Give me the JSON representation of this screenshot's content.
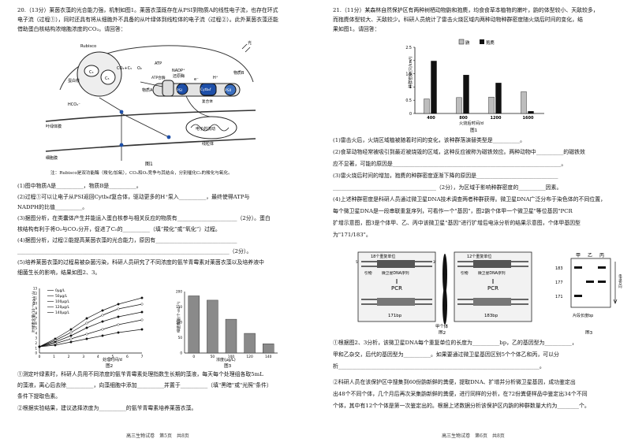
{
  "left": {
    "q20_lines": [
      "20.（13分）莱茵衣藻的光合能力强，机制如图1。莱茵衣藻既存在从PSI到物质A的线性电子流，也存在环式",
      "电子流（过程①），同时还具有将从细胞外不具备的从叶绿体到线粒体的电子流（过程②）。此外莱茵衣藻还能",
      "借助蛋白核结构浓缩胞浓度的CO₂。请回答："
    ],
    "fig1": {
      "labels": [
        "Rubisco",
        "C₃",
        "C₅",
        "CO₂+C₅",
        "O₂",
        "物质A",
        "NADP⁺",
        "还原酶",
        "ATP",
        "ATP合酶",
        "PSII",
        "Cytb₆f",
        "复合体",
        "PSI",
        "蛋白核",
        "HCO₃⁻",
        "叶绿体膜",
        "细胞膜",
        "电子的流动",
        "线粒体",
        "光",
        "物质B",
        "e⁻",
        "H⁺"
      ],
      "caption": "图1",
      "note": "注：Rubisco是双功能酶（羧化/加氧），CO₂和O₂竞争与其结合，分别催化C₅的羧化与氧化。"
    },
    "sub": [
      "(1)图中物质A是__________，物质B是__________。",
      "(2)过程①可以让电子从PSI返回Cytb₆f复合体，驱动更多的H⁺泵入__________，最终使得ATP与",
      "NADPH的比值__________。",
      "(3)据图分析，在类囊体产生并能运入蛋白核参与相关反应的物质有______________________（2分）。蛋白",
      "核结构有利于将O₂与CO₂分开，促进了C₅的__________（填“羧化”或“氧化”）过程。",
      "(4)据图分析，过程②能提高莱茵衣藻的光合能力，原因有______________________________",
      "______________________________________________________________________________（2分）。",
      "(5)培养莱茵衣藻的过程易被杂菌污染，科研人员研究了不同浓度的氨苄青霉素对莱茵衣藻以及培养液中",
      "细菌生长的影响，结果如图2、3。"
    ],
    "fig2": {
      "caption": "图2",
      "ylabel": "叶绿素含量(10⁻⁶mg·L⁻¹)",
      "xlabel": "处理时间/d",
      "yticks": [
        "0",
        "1",
        "2",
        "3",
        "4",
        "5",
        "6",
        "7",
        "8",
        "9",
        "10",
        "11",
        "12",
        "13"
      ],
      "xticks": [
        "0",
        "1",
        "2",
        "3",
        "4",
        "5",
        "6",
        "7"
      ],
      "legend": [
        "0μg/L",
        "50μg/L",
        "100μg/L",
        "120μg/L",
        "140μg/L"
      ]
    },
    "fig3": {
      "caption": "图3",
      "ylabel": "细菌数量(个·mL⁻¹)",
      "xlabel": "浓度(μg/L)",
      "yticks": [
        "0",
        "50",
        "100",
        "150",
        "200"
      ],
      "xticks": [
        "0",
        "50",
        "100",
        "120",
        "140"
      ]
    },
    "after": [
      "①测定叶绿素时，科研人员用不同浓度的氨苄青霉素处理指数生长期的藻液，每天每个处理组各取5mL",
      "的藻液，离心后去除__________，向藻细胞中添加__________并置于__________（填\"黑暗\"或\"光照\"条件）",
      "条件下提取色素。",
      "②根据实验结果，建议选择浓度为__________的氨苄青霉素培养莱茵衣藻。"
    ],
    "footer": "高三生物试卷　第5页　共8页"
  },
  "right": {
    "q21_lines": [
      "21.（11分）某森林自然保护区有两种树栖动物鼩和狍麂，均食食草本植物的嫩叶，鼩的体型较小、天敌较多，",
      "而狍麂体型较大、天敌较少。科研人员统计了雷击火烧区域内两种动物种群密度随火烧后时间的变化，结",
      "果如图1。请回答："
    ],
    "chart": {
      "caption": "图1",
      "ylabel": "种群密度(只/km²)",
      "xlabel": "火烧后时间/d",
      "legend": [
        "鼩",
        "狍麂"
      ],
      "colors": {
        "s1": "#bdbdbd",
        "s2": "#111111"
      }
    },
    "chart_data": {
      "type": "bar",
      "categories": [
        "400",
        "800",
        "1200",
        "1600"
      ],
      "series": [
        {
          "name": "鼩",
          "values": [
            0.55,
            0.6,
            0.62,
            0.82
          ]
        },
        {
          "name": "狍麂",
          "values": [
            1.98,
            1.45,
            1.15,
            0.08
          ]
        }
      ],
      "ylim": [
        0,
        2.5
      ],
      "yticks": [
        "0",
        "0.5",
        "1",
        "1.5",
        "2",
        "2.5"
      ]
    },
    "q": [
      "(1)雷击火后，火烧区域植被随着时间的变化，该种群落演替类型是__________。",
      "(2)食草动物经常被吸引到最近被烧毁的区域，这种反应被称为磁铁效应。两种动物中__________的磁铁效",
      "应不显著，可能的原因是______________________________________________________________。",
      "(3)雷火烧后时间的增加，狍麂的种群密度逐渐下降的原因是______________________________",
      "______________________________________（2分），为区域于影响种群密度的__________因素。",
      "(4)上述种群密度是科研人员通过微卫星DNA技术调查两者种群获得。微卫星DNA广泛分布于染色体的不同位置，",
      "每个微卫星DNA是一段串联重复序列，可看作一个\"基因\"，图2鼩个体甲一个微卫星\"等位基因\"PCR",
      "扩增示意图，图3是个体甲、乙、丙中该微卫星\"基因\"进行扩增后电泳分析的结果示意图，个体甲基因型",
      "为\"171/183\"。"
    ],
    "fig2": {
      "caption": "图2",
      "box1_title": "18个重复单位",
      "box1_primer": "引物",
      "box1_mid": "微卫星DNA序列",
      "box1_pcr": "PCR",
      "box1_bp": "171bp",
      "box2_title": "12个重复单位",
      "box2_primer": "引物",
      "box2_mid": "微卫星DNA序列",
      "box2_pcr": "PCR",
      "box2_bp": "183bp",
      "center": "甲个体",
      "marker": "5'",
      "marker3": "3'"
    },
    "fig3": {
      "caption": "图3",
      "cols": [
        "甲",
        "乙",
        "丙"
      ],
      "rows": [
        "183",
        "177",
        "171"
      ],
      "side": "电泳方向",
      "bottom": "片段长度bp"
    },
    "after": [
      "①根据图2、3分析，该微卫星DNA每个重复单位的长度为__________bp，乙的基因型为__________，",
      "甲和乙杂交，后代的基因型为__________。如果要通过微卫星基因区别5个个体乙和丙，可以分",
      "析__________________________________________________________________________。",
      "②科研人员在该保护区中搜集到60份鼩新鲜的粪便，提取DNA、扩增并分析微卫星基因，成功鉴定出",
      "出48个不同个体，几个月后再次采集鼩新鲜的粪便，进行同样的分析，在72份粪便样品中鉴定出34个不同",
      "个体，其中有12个个体是第一次鉴定出的。根据上述数据分析该保护区内鼩的种群数量大约为________个。"
    ],
    "footer": "高三生物试卷　第6页　共8页"
  }
}
